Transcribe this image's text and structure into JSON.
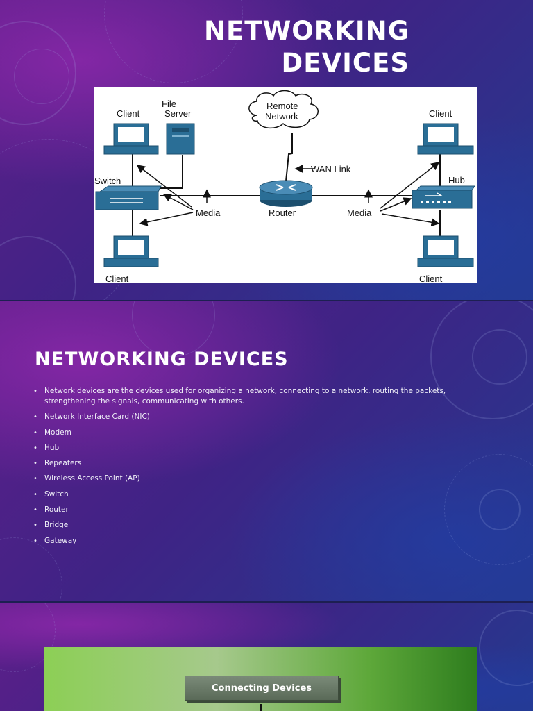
{
  "slides": [
    {
      "title_lines": [
        "NETWORKING",
        "DEVICES"
      ],
      "diagram": {
        "labels": {
          "client_top_left": "Client",
          "file_server_line1": "File",
          "file_server_line2": "Server",
          "remote_network_line1": "Remote",
          "remote_network_line2": "Network",
          "client_top_right": "Client",
          "wan_link": "WAN Link",
          "switch": "Switch",
          "hub": "Hub",
          "media_left": "Media",
          "router": "Router",
          "media_right": "Media",
          "client_bottom_left": "Client",
          "client_bottom_right": "Client"
        },
        "colors": {
          "device": "#2a6e96",
          "device_dark": "#1c4f6e",
          "line": "#111111"
        }
      }
    },
    {
      "title": "NETWORKING DEVICES",
      "bullets": [
        "Network devices are the devices used for organizing a network, connecting to a network, routing the packets, strengthening the signals, communicating with others.",
        "Network Interface Card (NIC)",
        "Modem",
        "Hub",
        "Repeaters",
        "Wireless Access Point (AP)",
        "Switch",
        "Router",
        "Bridge",
        "Gateway"
      ]
    },
    {
      "box_label": "Connecting Devices"
    }
  ]
}
